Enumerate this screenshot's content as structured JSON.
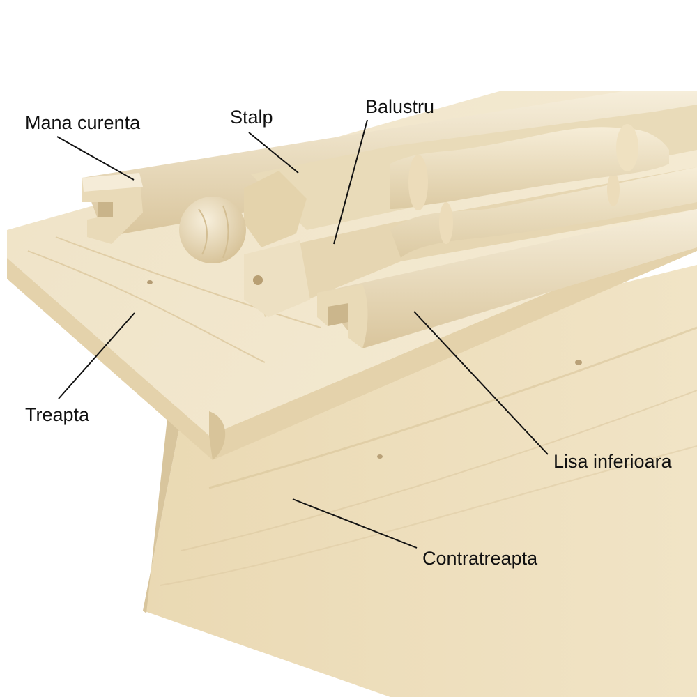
{
  "labels": {
    "mana_curenta": "Mana curenta",
    "stalp": "Stalp",
    "balustru": "Balustru",
    "treapta": "Treapta",
    "lisa_inferioara": "Lisa inferioara",
    "contratreapta": "Contratreapta"
  },
  "colors": {
    "background": "#ffffff",
    "wood_light": "#efe2c4",
    "wood_mid": "#e3d2ae",
    "wood_shadow": "#cdb98f",
    "leader_line": "#111111"
  }
}
